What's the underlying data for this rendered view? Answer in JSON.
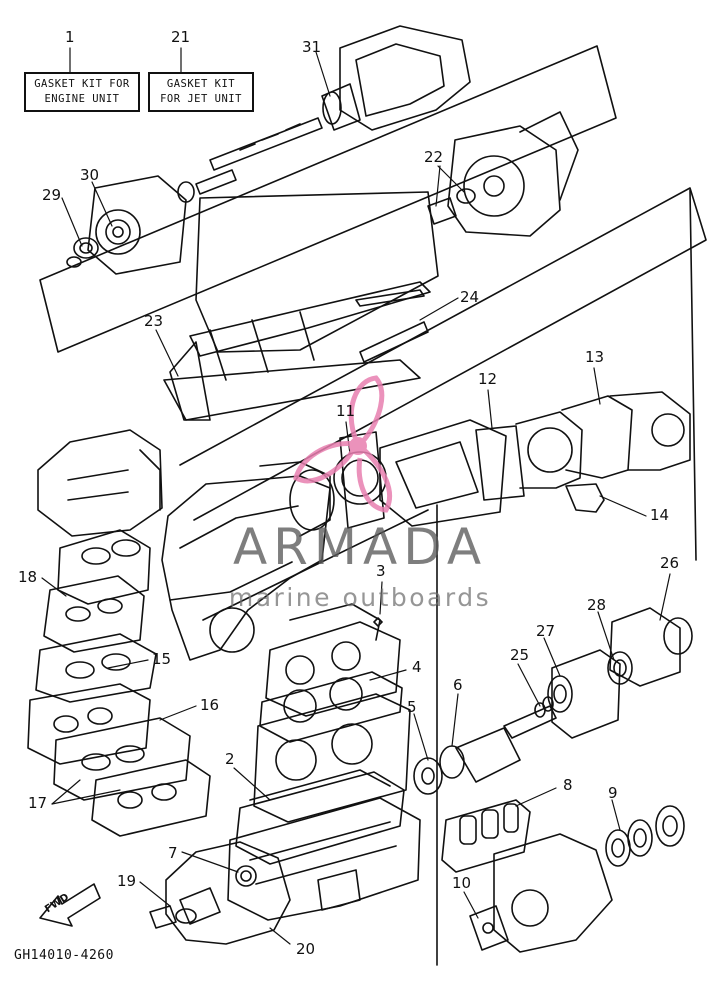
{
  "kits": {
    "engine": {
      "number": "1",
      "line1": "GASKET KIT FOR",
      "line2": "ENGINE UNIT"
    },
    "jet": {
      "number": "21",
      "line1": "GASKET KIT",
      "line2": "FOR JET UNIT"
    }
  },
  "callouts": [
    "2",
    "3",
    "4",
    "5",
    "6",
    "7",
    "8",
    "9",
    "10",
    "11",
    "12",
    "13",
    "14",
    "15",
    "16",
    "17",
    "18",
    "19",
    "20",
    "22",
    "23",
    "24",
    "25",
    "26",
    "27",
    "28",
    "29",
    "30",
    "31"
  ],
  "drawing_code": "GH14010-4260",
  "fwd_label": "FWD",
  "watermark": {
    "title": "ARMADA",
    "subtitle": "marine outboards",
    "color": "#e87fb0"
  }
}
